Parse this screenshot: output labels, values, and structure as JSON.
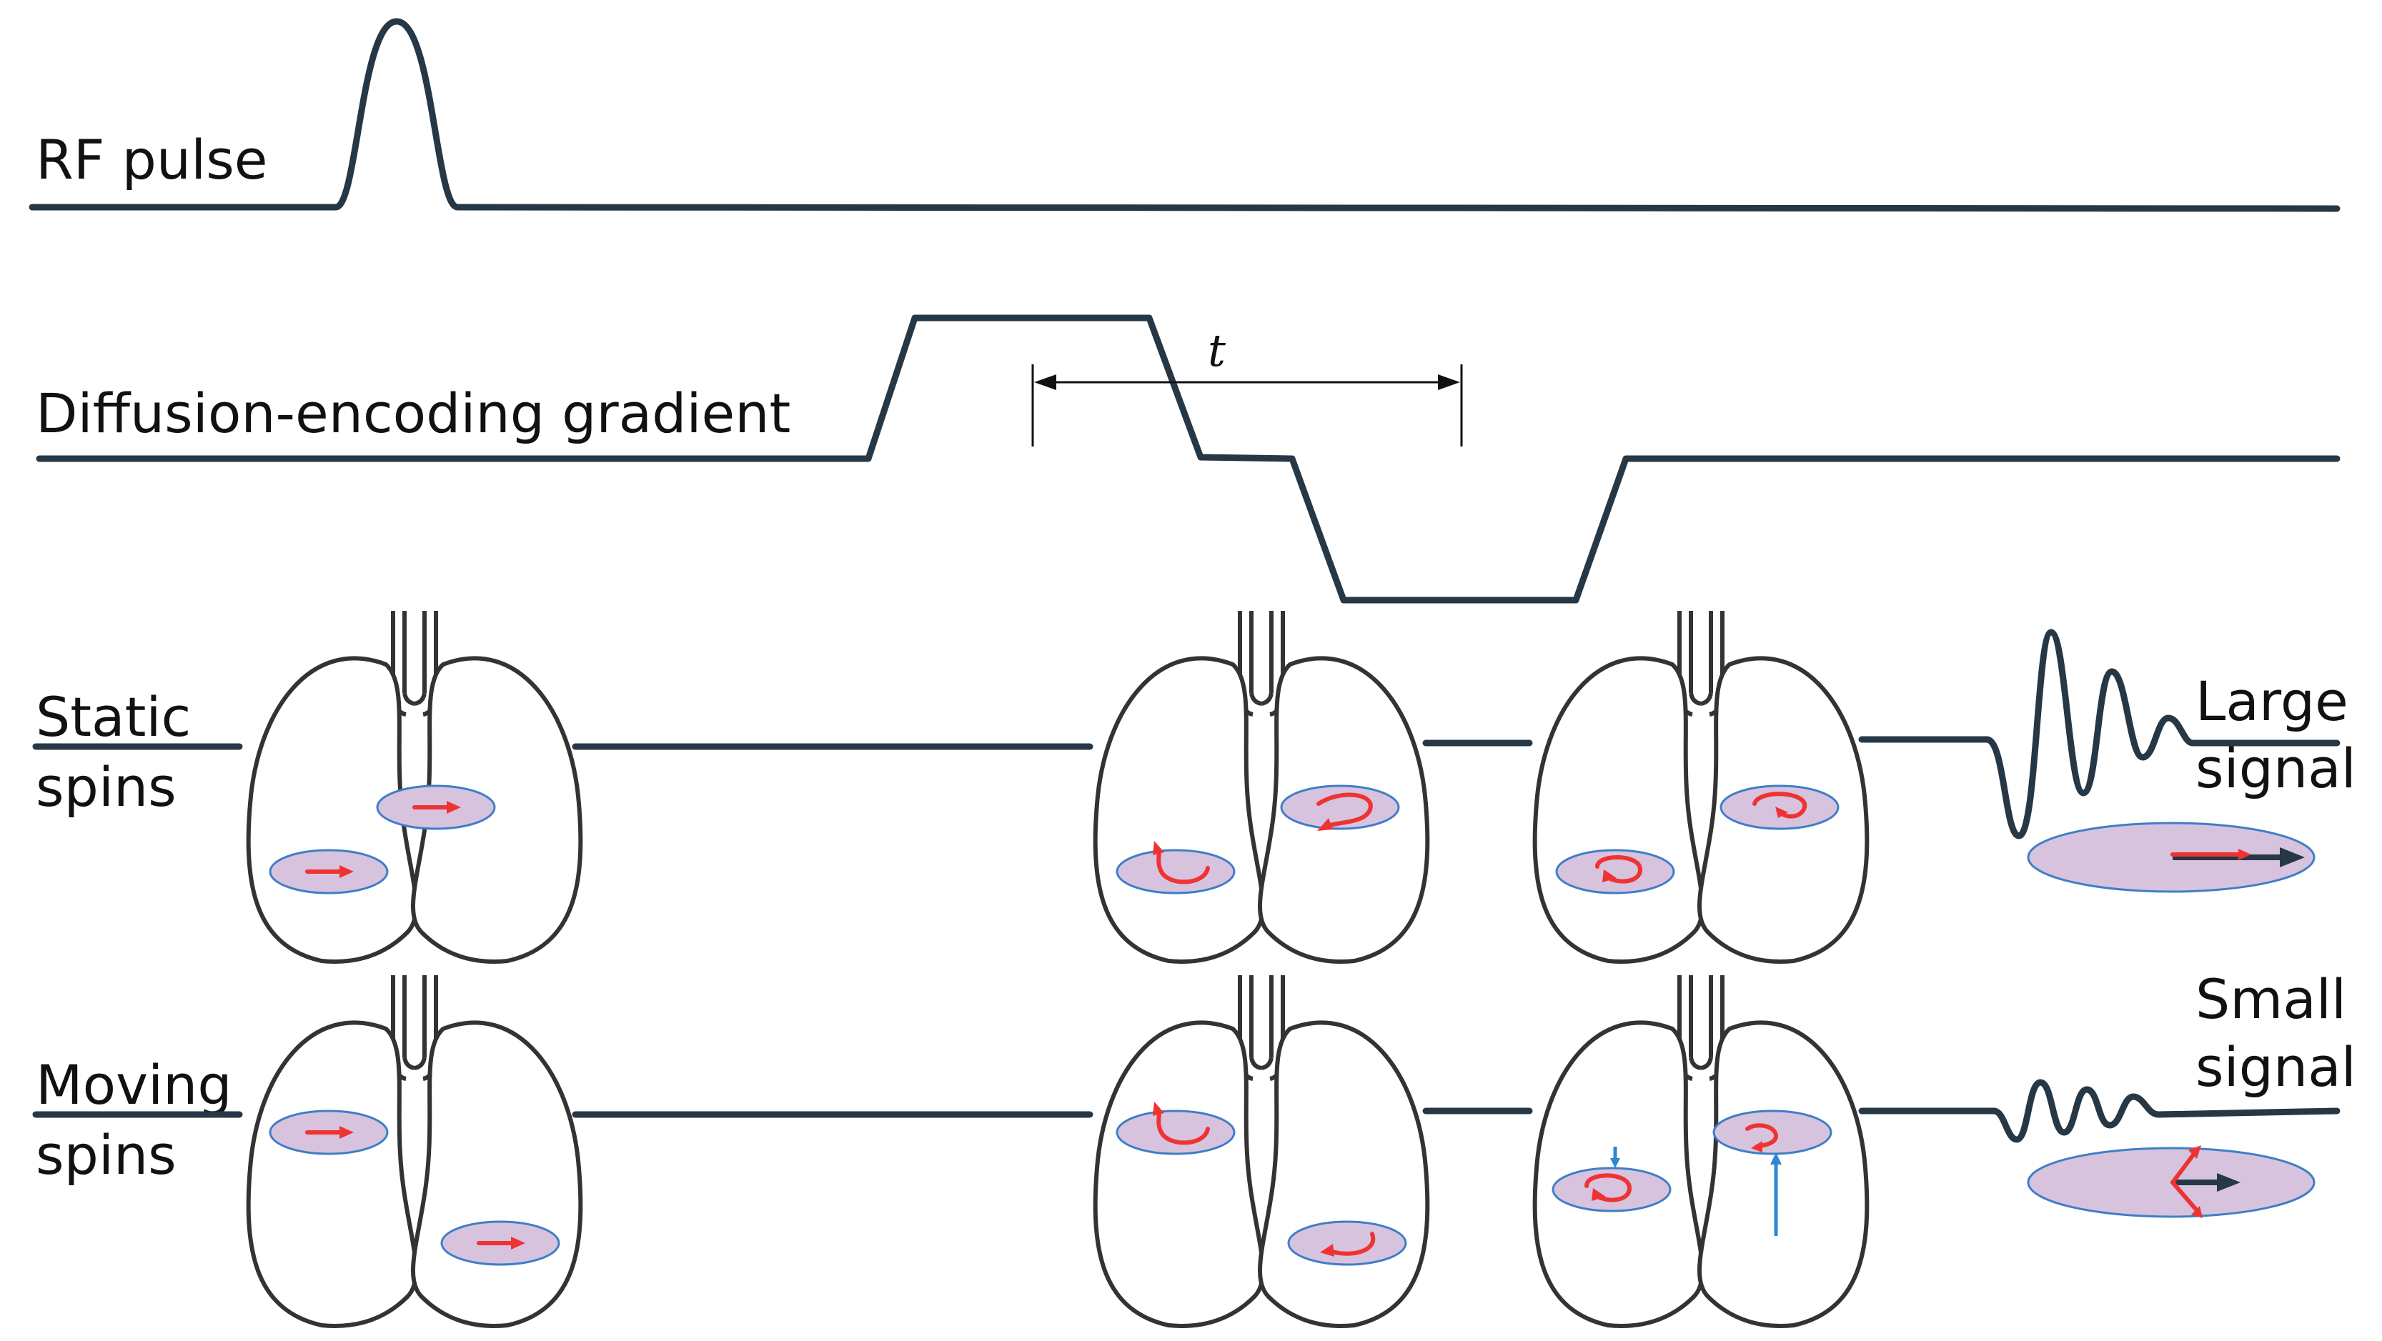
{
  "labels": {
    "rf_pulse": "RF pulse",
    "gradient": "Diffusion-encoding gradient",
    "time_symbol": "t",
    "static_line1": "Static",
    "static_line2": "spins",
    "moving_line1": "Moving",
    "moving_line2": "spins",
    "large_line1": "Large",
    "large_line2": "signal",
    "small_line1": "Small",
    "small_line2": "signal"
  },
  "colors": {
    "trace": "#263746",
    "spin_fill": "#d8c3df",
    "spin_outline": "#3f7ec6",
    "spin_arrow": "#ee3333",
    "motion_arrow": "#2f86d0",
    "net_signal_arrow": "#263746"
  },
  "icons": [
    "lung-icon",
    "spin-ellipse",
    "phase-arrow"
  ]
}
